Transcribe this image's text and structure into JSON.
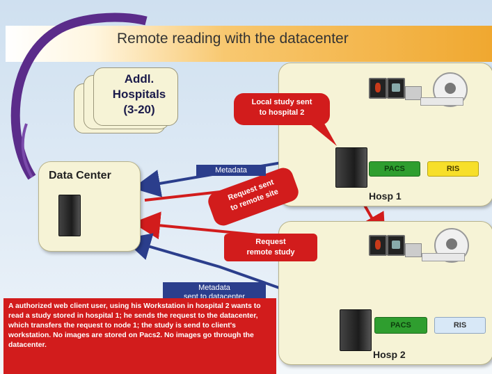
{
  "title": "Remote reading with the datacenter",
  "additional_hospitals": {
    "line1": "Addl.",
    "line2": "Hospitals",
    "line3": "(3-20)"
  },
  "data_center": {
    "label": "Data Center"
  },
  "hosp1": {
    "label": "Hosp 1",
    "pacs": "PACS",
    "ris": "RIS"
  },
  "hosp2": {
    "label": "Hosp 2",
    "pacs": "PACS",
    "ris": "RIS"
  },
  "callouts": {
    "local_study": {
      "line1": "Local study  sent",
      "line2": "to hospital 2"
    },
    "request_sent": {
      "line1": "Request sent",
      "line2": "to remote site"
    },
    "request_remote": {
      "line1": "Request",
      "line2": "remote study"
    }
  },
  "metadata_labels": {
    "top": "Metadata",
    "bottom_line1": "Metadata",
    "bottom_line2": "sent to datacenter"
  },
  "description": "A authorized web client user, using his Workstation in hospital 2 wants to read a  study stored in hospital 1; he sends the request to the datacenter, which transfers the request to node 1; the study is send to client's workstation.  No images are stored on Pacs2. No images go through the datacenter."
}
